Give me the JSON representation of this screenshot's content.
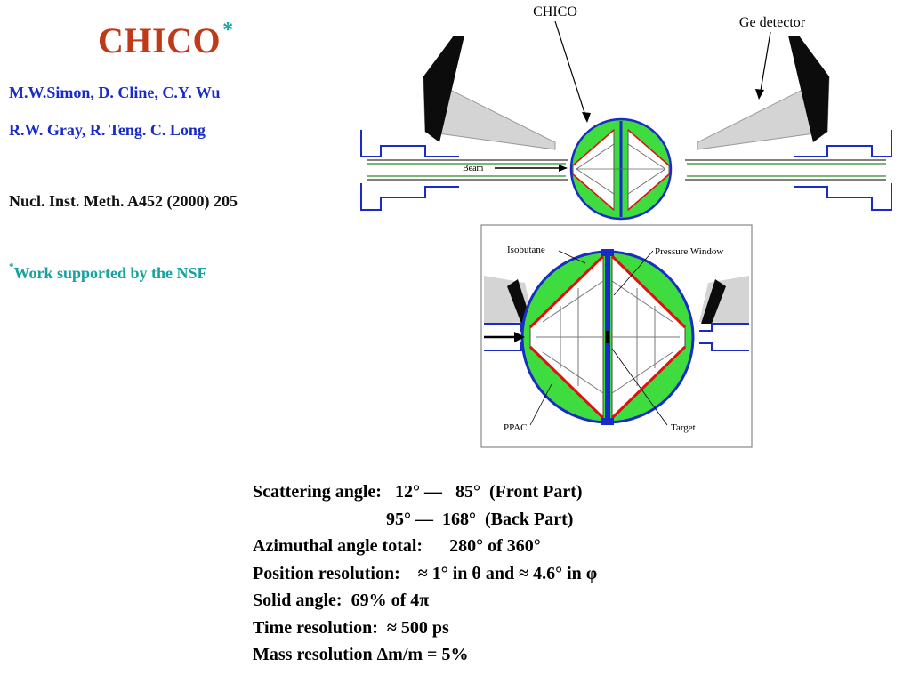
{
  "title": {
    "text": "CHICO",
    "footnote_mark": "*"
  },
  "authors": {
    "line1": "M.W.Simon, D. Cline, C.Y. Wu",
    "line2": "R.W. Gray, R. Teng. C. Long"
  },
  "reference": "Nucl. Inst. Meth. A452 (2000) 205",
  "support": {
    "mark": "*",
    "text": "Work supported by the NSF"
  },
  "figure_top": {
    "label_chico": "CHICO",
    "label_ge": "Ge detector",
    "label_beam": "Beam"
  },
  "figure_bottom": {
    "label_isobutane": "Isobutane",
    "label_pressure_window": "Pressure Window",
    "label_ppac": "PPAC",
    "label_target": "Target"
  },
  "specs": [
    "Scattering angle:   12° —   85°  (Front Part)",
    "                              95° —  168°  (Back Part)",
    "Azimuthal angle total:      280° of 360°",
    "Position resolution:    ≈ 1° in θ and ≈ 4.6° in φ",
    "Solid angle:  69% of 4π",
    "Time resolution:  ≈ 500 ps",
    "Mass resolution Δm/m = 5%"
  ],
  "colors": {
    "title": "#c03a1a",
    "authors": "#1a2cc8",
    "accent": "#17a2a0",
    "detector_green": "#3fdc3f",
    "chamber_blue": "#1a2cc8",
    "ppac_red": "#e01010"
  }
}
